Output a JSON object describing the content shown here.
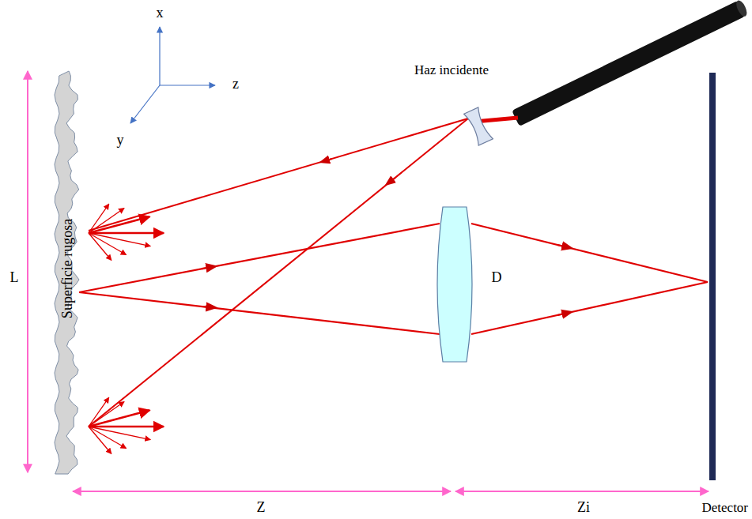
{
  "diagram": {
    "labels": [
      "x",
      "y",
      "z",
      "Haz incidente",
      "Superficie rugosa",
      "L",
      "D",
      "Z",
      "Zi",
      "Detector"
    ]
  }
}
